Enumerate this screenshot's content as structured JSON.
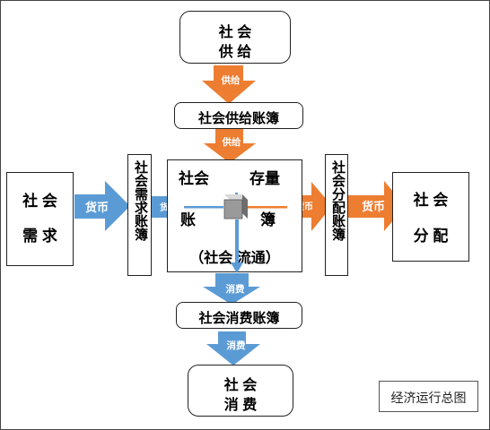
{
  "diagram": {
    "social_supply": [
      "社 会",
      "供 给"
    ],
    "supply_ledger": "社会供给账簿",
    "supply_arrow_label": "供给",
    "social_demand": [
      "社 会",
      "需 求"
    ],
    "demand_ledger": "社会需求账簿",
    "stock_ledger_top_left": "社会",
    "stock_ledger_top_right": "存量",
    "stock_ledger_mid_left": "账",
    "stock_ledger_mid_right": "簿",
    "stock_ledger_bottom": "（社会 流通）",
    "distribution_ledger": "社会分配账簿",
    "social_distribution": [
      "社 会",
      "分 配"
    ],
    "money_large_label": "货币",
    "money_small_label": "货币",
    "consumption_arrow_label": "消费",
    "consumption_ledger": "社会消费账簿",
    "social_consumption": [
      "社 会",
      "消 费"
    ],
    "caption": "经济运行总图"
  },
  "colors": {
    "orange": "#ed7d31",
    "blue": "#5b9bd5",
    "cube_gray": "#9a9a9a"
  }
}
